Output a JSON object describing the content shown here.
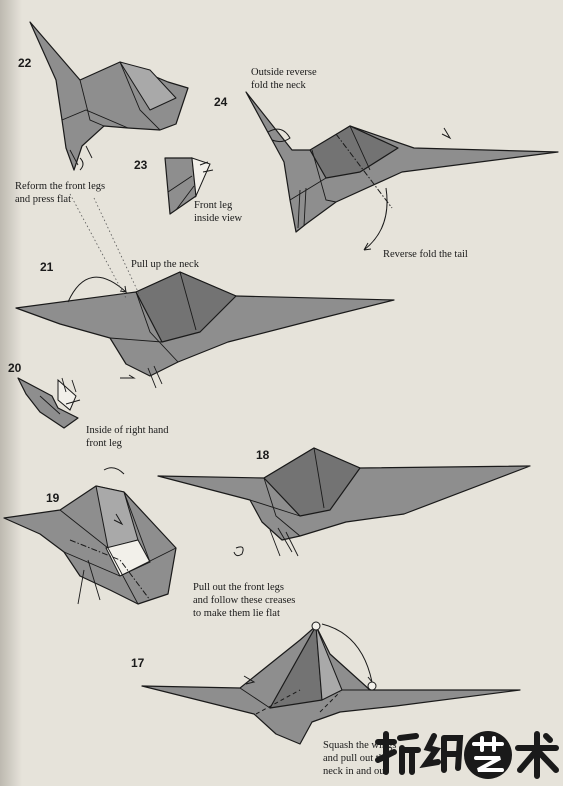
{
  "steps": {
    "s17": {
      "number": "17",
      "caption": [
        "Squash the wings",
        "and pull out the",
        "neck in and out"
      ]
    },
    "s18": {
      "number": "18",
      "caption": [
        "Pull out the front legs",
        "and follow these creases",
        "to make them lie flat"
      ]
    },
    "s19": {
      "number": "19"
    },
    "s20": {
      "number": "20",
      "caption": [
        "Inside of right hand",
        "front leg"
      ]
    },
    "s21": {
      "number": "21",
      "caption": [
        "Pull up the neck"
      ]
    },
    "s22": {
      "number": "22",
      "caption": [
        "Reform the front legs",
        "and press flat"
      ]
    },
    "s23": {
      "number": "23",
      "caption": [
        "Front leg",
        "inside view"
      ]
    },
    "s24": {
      "number": "24",
      "caption": [
        "Outside reverse",
        "fold the neck"
      ],
      "caption2": [
        "Reverse fold the tail"
      ]
    }
  },
  "watermark": {
    "text": "折纸艺术",
    "accent": "#1a1a1a"
  }
}
